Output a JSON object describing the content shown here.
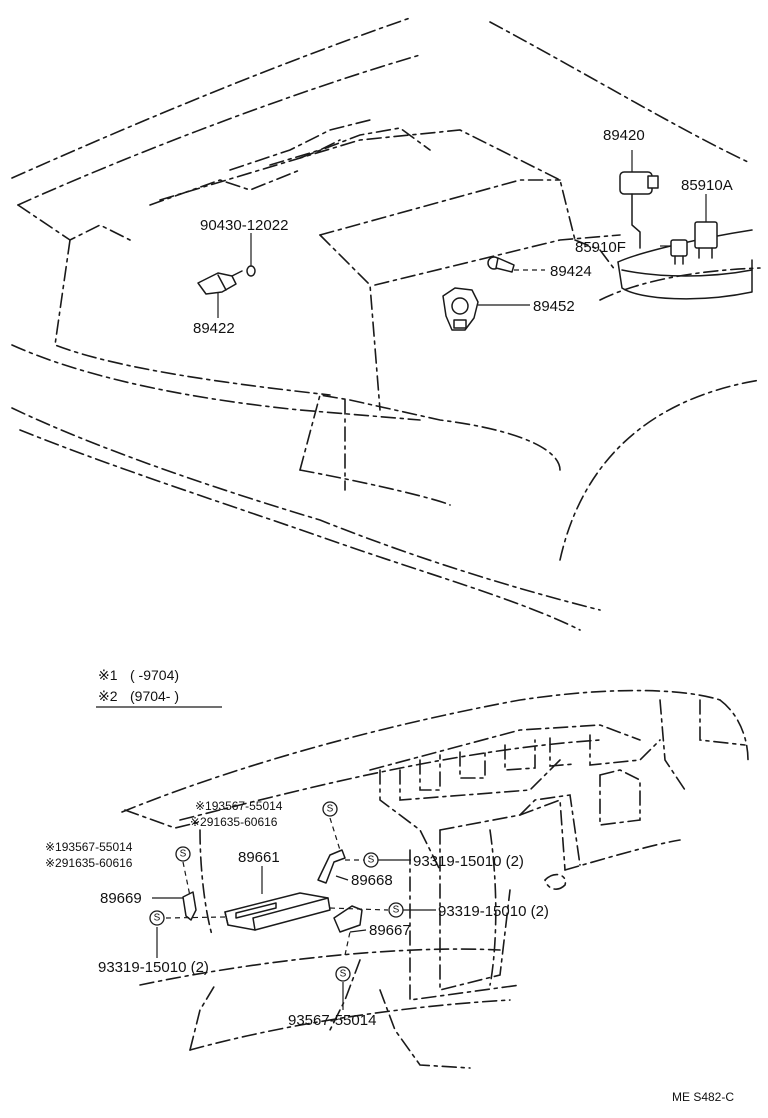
{
  "labels": {
    "p89420": "89420",
    "p85910a": "85910A",
    "p85910f": "85910F",
    "p90430": "90430-12022",
    "p89424": "89424",
    "p89452": "89452",
    "p89422": "89422",
    "note1_ref": "※193567-55014",
    "note2_ref": "※291635-60616",
    "note1_ref_left": "※193567-55014",
    "note2_ref_left": "※291635-60616",
    "p89661": "89661",
    "p93319_a": "93319-15010 (2)",
    "p89668": "89668",
    "p89669": "89669",
    "p93319_b": "93319-15010 (2)",
    "p89667": "89667",
    "p93319_c": "93319-15010 (2)",
    "p93567": "93567-55014"
  },
  "legend": {
    "row1_mark": "※1",
    "row1_range": "(     -9704)",
    "row2_mark": "※2",
    "row2_range": "(9704-        )"
  },
  "s_symbol": "S",
  "footer": {
    "code": "ME  S482-C"
  }
}
